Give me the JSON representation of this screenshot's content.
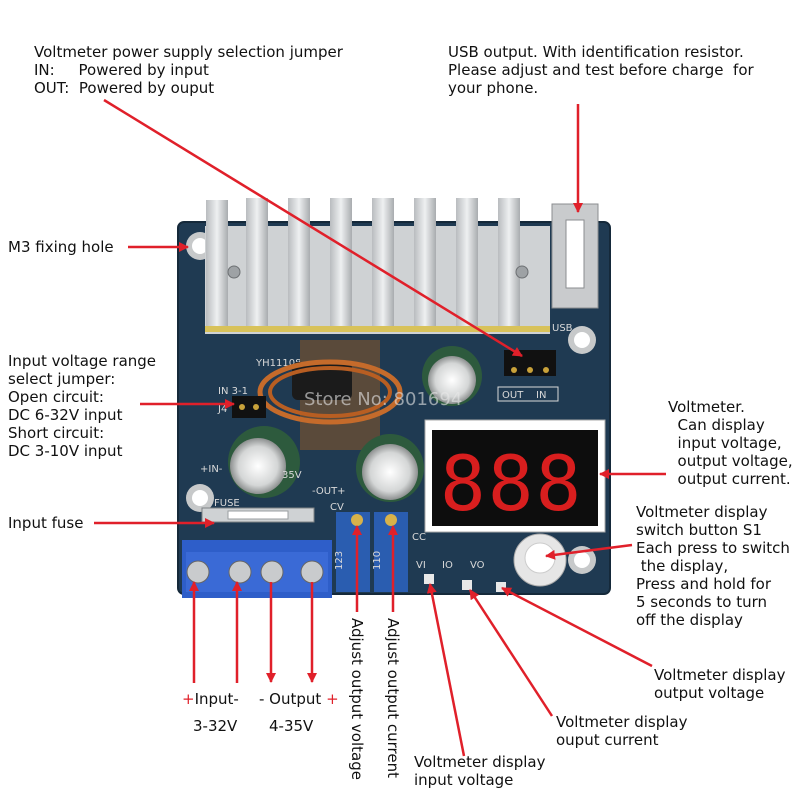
{
  "colors": {
    "arrow": "#e0202a",
    "board": "#1f3a52",
    "heatsink": "#d6d8da",
    "terminal": "#2e5ec9",
    "display": "#d81e1e"
  },
  "annotations": {
    "jumper_title": "Voltmeter power supply selection jumper",
    "jumper_in": "IN:     Powered by input",
    "jumper_out": "OUT:  Powered by ouput",
    "usb": "USB output. With identification resistor.\nPlease adjust and test before charge  for\nyour phone.",
    "m3": "M3 fixing hole",
    "input_range": "Input voltage range\nselect jumper:\nOpen circuit:\nDC 6-32V input\nShort circuit:\nDC 3-10V input",
    "voltmeter": "Voltmeter.\n  Can display\n  input voltage,\n  output voltage,\n  output current.",
    "switch": "Voltmeter display\nswitch button S1\nEach press to switch\n the display,\nPress and hold for\n5 seconds to turn\noff the display",
    "fuse": "Input fuse",
    "disp_vout": "Voltmeter display\noutput voltage",
    "disp_iout": "Voltmeter display\nouput current",
    "disp_vin": "Voltmeter display\ninput voltage",
    "adj_v": "Adjust output voltage",
    "adj_i": "Adjust output current",
    "input_plus": "+",
    "input_word": "Input-",
    "output_word": "- Output ",
    "output_plus": "+",
    "input_range_v": "3-32V",
    "output_range_v": "4-35V"
  },
  "board": {
    "model": "YH11108",
    "usb": "USB",
    "out_label": "OUT",
    "in_label": "IN",
    "j_in": "IN  3-1",
    "j4": "J4",
    "plus_in": "+IN-",
    "out_pm": "-OUT+",
    "cv": "CV",
    "cc": "CC",
    "fuse": "FUSE",
    "pot1": "123",
    "pot2": "110",
    "vi": "VI",
    "io": "IO",
    "vo": "VO",
    "cap_code": "35V",
    "watermark": "Store No: 801694",
    "digits": "888"
  }
}
